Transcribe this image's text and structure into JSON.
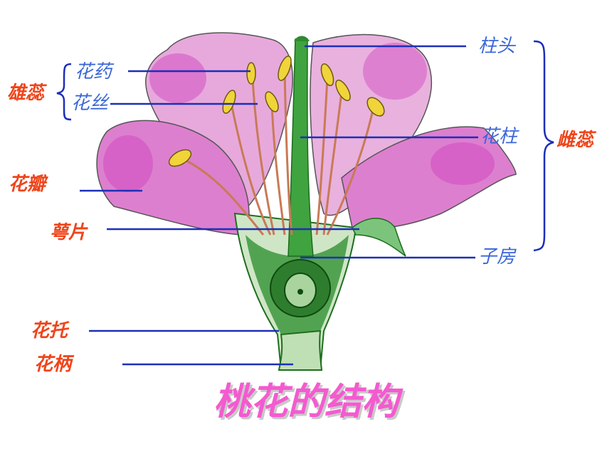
{
  "title": "桃花的结构",
  "labels": {
    "pistil_left": "雄蕊",
    "anther": "花药",
    "filament": "花丝",
    "petal": "花瓣",
    "sepal": "萼片",
    "receptacle": "花托",
    "pedicel": "花柄",
    "stigma": "柱头",
    "style": "花柱",
    "ovary": "子房",
    "pistil_right": "雌蕊"
  },
  "colors": {
    "red_label": "#f0441a",
    "blue_label": "#3a67d8",
    "leader_line": "#1c2fb8",
    "title": "#f45ad0",
    "petal": "#d85bc8",
    "stem_green": "#2e8b2e",
    "anther_yellow": "#f1d43a"
  }
}
